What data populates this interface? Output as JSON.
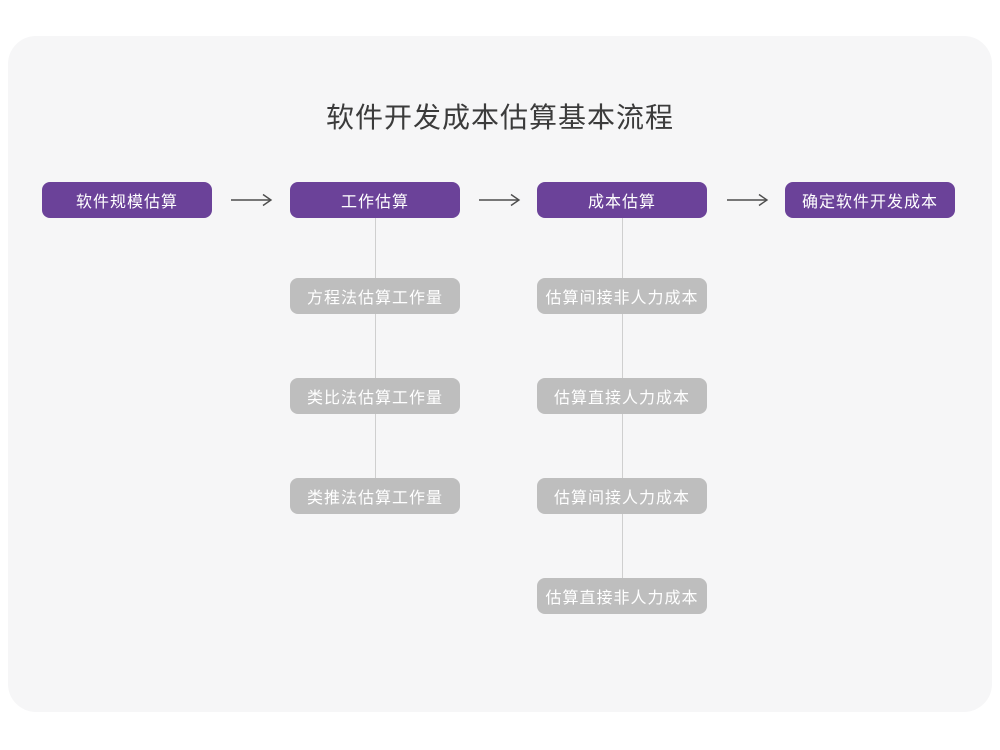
{
  "title": "软件开发成本估算基本流程",
  "colors": {
    "primary": "#6B4299",
    "node_gray": "#BEBEBE",
    "card_bg": "#F6F6F7",
    "connector": "#CFCFCF",
    "arrow": "#4D4D4D",
    "title_text": "#3B3B3B",
    "node_text": "#FFFFFF"
  },
  "flow": {
    "main_steps": [
      {
        "label": "软件规模估算"
      },
      {
        "label": "工作估算"
      },
      {
        "label": "成本估算"
      },
      {
        "label": "确定软件开发成本"
      }
    ],
    "work_estimation_methods": [
      "方程法估算工作量",
      "类比法估算工作量",
      "类推法估算工作量"
    ],
    "cost_estimation_items": [
      "估算间接非人力成本",
      "估算直接人力成本",
      "估算间接人力成本",
      "估算直接非人力成本"
    ]
  }
}
